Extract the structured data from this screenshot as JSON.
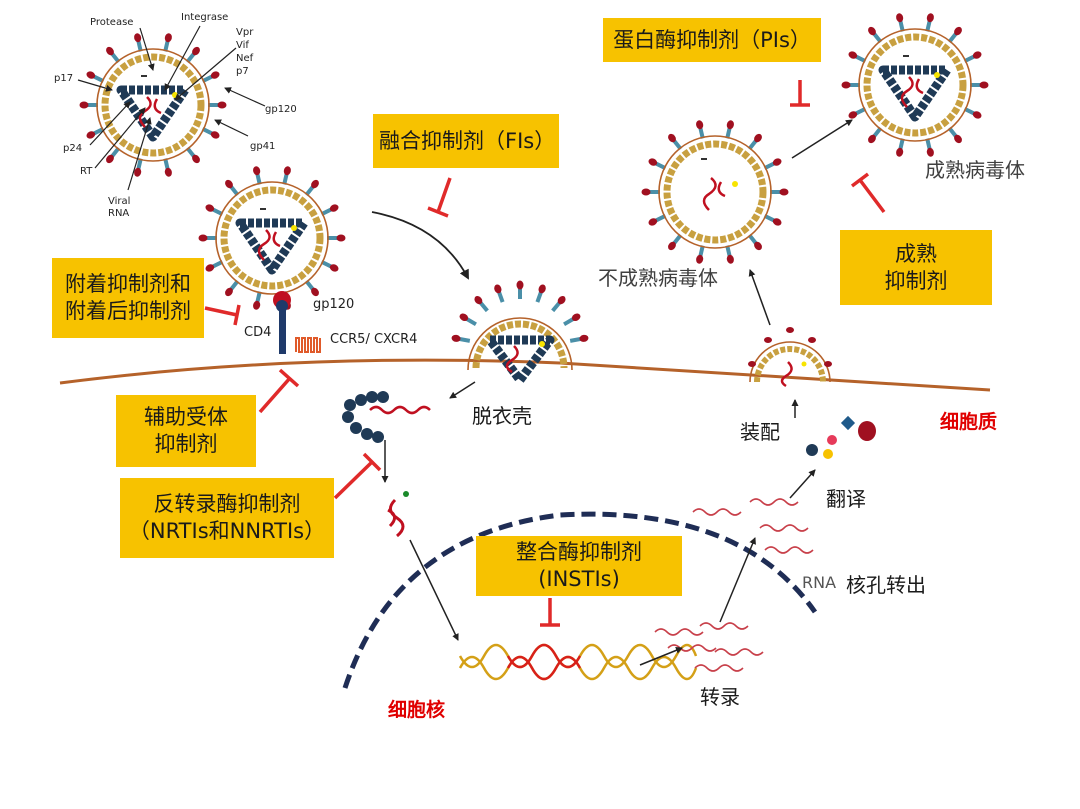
{
  "virion_labels": {
    "protease": "Protease",
    "integrase": "Integrase",
    "vpr": "Vpr",
    "vif": "Vif",
    "nef": "Nef",
    "p7": "p7",
    "p17": "p17",
    "gp120_top": "gp120",
    "p24": "p24",
    "gp41": "gp41",
    "rt": "RT",
    "viral": "Viral",
    "rna": "RNA"
  },
  "receptors": {
    "gp120": "gp120",
    "cd4": "CD4",
    "coreceptor": "CCR5/ CXCR4"
  },
  "steps": {
    "uncoating": "脱衣壳",
    "assembly": "装配",
    "translation": "翻译",
    "rna_label": "RNA",
    "nuclear_export": "核孔转出",
    "transcription": "转录",
    "immature": "不成熟病毒体",
    "mature": "成熟病毒体"
  },
  "regions": {
    "cytoplasm": "细胞质",
    "nucleus": "细胞核"
  },
  "inhibitors": {
    "protease_inhibitor": "蛋白酶抑制剂（PIs）",
    "fusion_inhibitor": "融合抑制剂（FIs）",
    "attachment_line1": "附着抑制剂和",
    "attachment_line2": "附着后抑制剂",
    "coreceptor_line1": "辅助受体",
    "coreceptor_line2": "抑制剂",
    "rt_line1": "反转录酶抑制剂",
    "rt_line2": "（NRTIs和NNRTIs）",
    "integrase_line1": "整合酶抑制剂",
    "integrase_line2": "(INSTIs)",
    "maturation_line1": "成熟",
    "maturation_line2": "抑制剂"
  },
  "colors": {
    "inhibitor_box": "#f7c200",
    "inhibitor_symbol": "#e02a2a",
    "membrane": "#b5622a",
    "nuclear_membrane": "#1f2d55",
    "region_label": "#e00000"
  }
}
